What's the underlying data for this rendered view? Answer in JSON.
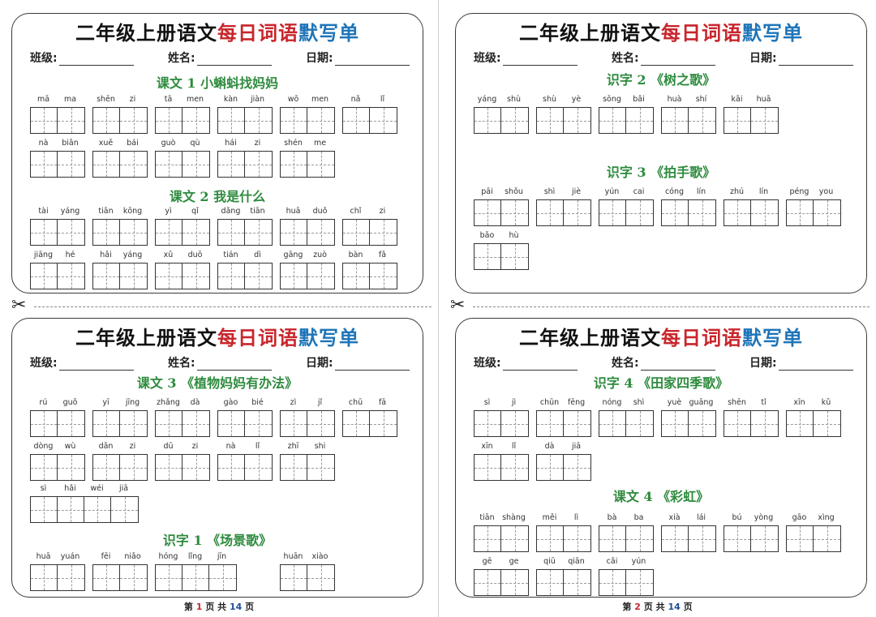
{
  "header": {
    "title_black": "二年级上册语文",
    "title_red": "每日词语",
    "title_blue": "默写单",
    "class_label": "班级:",
    "name_label": "姓名:",
    "date_label": "日期:"
  },
  "colors": {
    "red": "#c8262c",
    "blue": "#1f75b8",
    "green": "#2e8b3e"
  },
  "cards": {
    "p1_top": {
      "sections": [
        {
          "title": "课文 1  小蝌蚪找妈妈",
          "words": [
            [
              "mā",
              "ma"
            ],
            [
              "shēn",
              "zi"
            ],
            [
              "tā",
              "men"
            ],
            [
              "kàn",
              "jiàn"
            ],
            [
              "wō",
              "men"
            ],
            [
              "nǎ",
              "lǐ"
            ],
            [
              "nà",
              "biān"
            ],
            [
              "xuě",
              "bái"
            ],
            [
              "guò",
              "qù"
            ],
            [
              "hái",
              "zi"
            ],
            [
              "shén",
              "me"
            ]
          ]
        },
        {
          "title": "课文 2  我是什么",
          "words": [
            [
              "tài",
              "yáng"
            ],
            [
              "tiān",
              "kōng"
            ],
            [
              "yì",
              "qǐ"
            ],
            [
              "dǎng",
              "tiān"
            ],
            [
              "huā",
              "duǒ"
            ],
            [
              "chǐ",
              "zi"
            ],
            [
              "jiāng",
              "hé"
            ],
            [
              "hǎi",
              "yáng"
            ],
            [
              "xǔ",
              "duō"
            ],
            [
              "tián",
              "dì"
            ],
            [
              "gāng",
              "zuò"
            ],
            [
              "bàn",
              "fǎ"
            ]
          ]
        }
      ]
    },
    "p1_bot": {
      "sections": [
        {
          "title": "课文 3  《植物妈妈有办法》",
          "words": [
            [
              "rú",
              "guǒ"
            ],
            [
              "yī",
              "jīng"
            ],
            [
              "zhǎng",
              "dà"
            ],
            [
              "gào",
              "bié"
            ],
            [
              "zì",
              "jǐ"
            ],
            [
              "chū",
              "fā"
            ],
            [
              "dòng",
              "wù"
            ],
            [
              "dǎn",
              "zi"
            ],
            [
              "dū",
              "zi"
            ],
            [
              "nà",
              "lǐ"
            ],
            [
              "zhī",
              "shi"
            ],
            [
              "sì",
              "hǎi",
              "wéi",
              "jiā"
            ]
          ]
        },
        {
          "title": "识字 1  《场景歌》",
          "words": [
            [
              "huā",
              "yuán"
            ],
            [
              "fēi",
              "niǎo"
            ],
            [
              "hóng",
              "lǐng",
              "jīn"
            ],
            [
              "huān",
              "xiào"
            ]
          ]
        }
      ]
    },
    "p2_top": {
      "sections": [
        {
          "title": "识字 2  《树之歌》",
          "words": [
            [
              "yáng",
              "shù"
            ],
            [
              "shù",
              "yè"
            ],
            [
              "sōng",
              "bǎi"
            ],
            [
              "huà",
              "shí"
            ],
            [
              "kāi",
              "huā"
            ]
          ]
        },
        {
          "title": "识字 3  《拍手歌》",
          "words": [
            [
              "pāi",
              "shǒu"
            ],
            [
              "shì",
              "jiè"
            ],
            [
              "yún",
              "cai"
            ],
            [
              "cóng",
              "lín"
            ],
            [
              "zhú",
              "lín"
            ],
            [
              "péng",
              "you"
            ],
            [
              "bǎo",
              "hù"
            ]
          ]
        }
      ]
    },
    "p2_bot": {
      "sections": [
        {
          "title": "识字 4  《田家四季歌》",
          "words": [
            [
              "sì",
              "jì"
            ],
            [
              "chūn",
              "fēng"
            ],
            [
              "nóng",
              "shì"
            ],
            [
              "yuè",
              "guāng"
            ],
            [
              "shēn",
              "tǐ"
            ],
            [
              "xīn",
              "kǔ"
            ],
            [
              "xīn",
              "lǐ"
            ],
            [
              "dà",
              "jiā"
            ]
          ]
        },
        {
          "title": "课文 4  《彩虹》",
          "words": [
            [
              "tiān",
              "shàng"
            ],
            [
              "měi",
              "lì"
            ],
            [
              "bà",
              "ba"
            ],
            [
              "xià",
              "lái"
            ],
            [
              "bú",
              "yòng"
            ],
            [
              "gāo",
              "xìng"
            ],
            [
              "gē",
              "ge"
            ],
            [
              "qiū",
              "qiān"
            ],
            [
              "cǎi",
              "yún"
            ]
          ]
        }
      ]
    }
  },
  "footers": {
    "left": {
      "pre": "第",
      "page": "1",
      "mid": "页  共",
      "total": "14",
      "post": "页"
    },
    "right": {
      "pre": "第",
      "page": "2",
      "mid": "页  共",
      "total": "14",
      "post": "页"
    }
  },
  "icons": {
    "scissors": "✂"
  }
}
